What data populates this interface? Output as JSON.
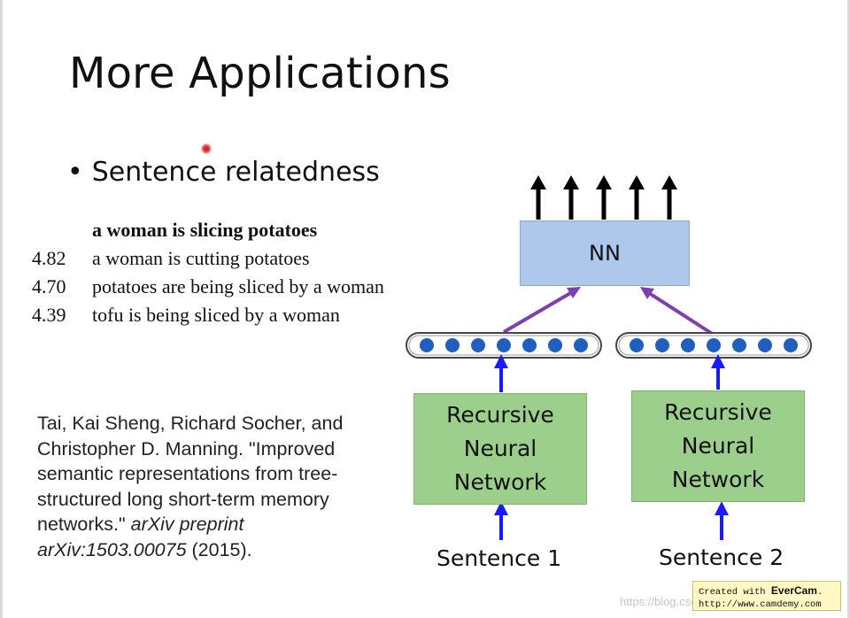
{
  "slide": {
    "title": "More Applications",
    "bullet": "Sentence relatedness",
    "bullet_marker": "•",
    "examples": {
      "header": "a woman is slicing potatoes",
      "rows": [
        {
          "score": "4.82",
          "text": "a woman is cutting potatoes"
        },
        {
          "score": "4.70",
          "text": "potatoes are being sliced by a woman"
        },
        {
          "score": "4.39",
          "text": "tofu is being sliced by a woman"
        }
      ]
    },
    "citation": {
      "line1": "Tai, Kai Sheng, Richard Socher, and",
      "line2": "Christopher D. Manning. \"Improved",
      "line3": "semantic representations from tree-",
      "line4": "structured long short-term memory",
      "line5_plain": "networks.\" ",
      "line5_italic": "arXiv preprint",
      "line6_italic": "arXiv:1503.00075",
      "line6_plain": " (2015)."
    },
    "diagram": {
      "nn_label": "NN",
      "rnn_left": [
        "Recursive",
        "Neural",
        "Network"
      ],
      "rnn_right": [
        "Recursive",
        "Neural",
        "Network"
      ],
      "sentence_left": "Sentence 1",
      "sentence_right": "Sentence 2"
    }
  },
  "overlay": {
    "evercam_prefix": "Created with ",
    "evercam_brand": "EverCam",
    "evercam_suffix": ".",
    "evercam_url": "http://www.camdemy.com",
    "watermark": "https://blog.csdn.net/..."
  },
  "colors": {
    "nn_box": "#aec8ec",
    "rnn_box": "#9ccf8c",
    "arrow_blue": "#1a1aff",
    "arrow_purple": "#7f3fb0",
    "vector_dot": "#1f5fbf",
    "laser_pointer": "#d42b2b"
  }
}
